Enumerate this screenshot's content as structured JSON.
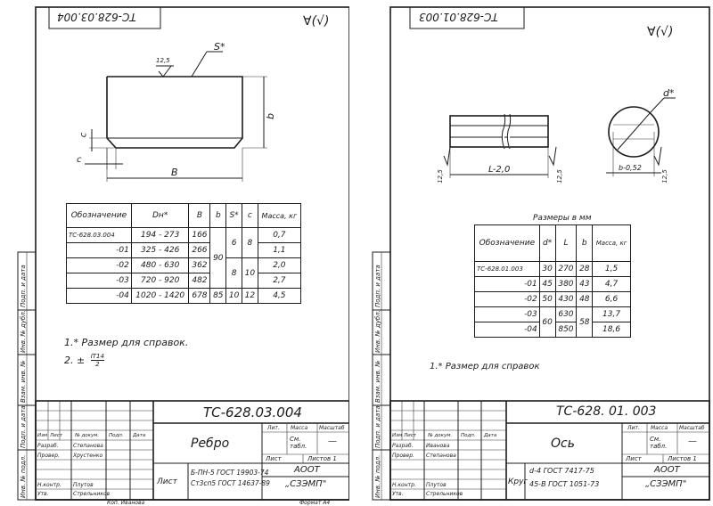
{
  "left": {
    "code_corner": "ТС-628.03.004",
    "roughness": "∀(√)",
    "roughness_value": "12,5",
    "dim_s": "S*",
    "dim_b": "b",
    "dim_c1": "c",
    "dim_c2": "c",
    "dim_B": "B",
    "table_headers": [
      "Обозначение",
      "Dн*",
      "B",
      "b",
      "S*",
      "c",
      "Масса, кг"
    ],
    "table_rows": [
      [
        "ТС-628.03.004",
        "194 - 273",
        "166",
        "",
        "",
        "",
        "0,7"
      ],
      [
        "-01",
        "325 - 426",
        "266",
        "90",
        "6",
        "8",
        "1,1"
      ],
      [
        "-02",
        "480 - 630",
        "362",
        "",
        "",
        "",
        "2,0"
      ],
      [
        "-03",
        "720 - 920",
        "482",
        "",
        "8",
        "10",
        "2,7"
      ],
      [
        "-04",
        "1020 - 1420",
        "678",
        "85",
        "10",
        "12",
        "4,5"
      ]
    ],
    "note1": "1.* Размер для справок.",
    "note2_prefix": "2. ±",
    "note2_num": "IT14",
    "note2_den": "2",
    "title_code": "ТС-628.03.004",
    "part_name": "Ребро",
    "material": "Б-ПН-5 ГОСТ 19903-74",
    "material2": "Ст3сп5 ГОСТ 14637-89",
    "material_prefix": "Лист",
    "org": "АООТ",
    "org2": "„СЗЭМП\"",
    "lit": "Лит.",
    "mass": "Масса",
    "scale": "Масштаб",
    "mass_val": "См. табл.",
    "scale_val": "—",
    "sheet": "Лист",
    "sheets": "Листов 1",
    "roles": [
      "Изм",
      "Лист",
      "№ докум.",
      "Подп.",
      "Дата"
    ],
    "people": [
      [
        "Разраб.",
        "Степанова"
      ],
      [
        "Провер.",
        "Хрустенко"
      ],
      [
        "",
        ""
      ],
      [
        "Н.контр.",
        "Плутов"
      ],
      [
        "Утв.",
        "Стрельников"
      ]
    ],
    "copy": "Коп. Иванова",
    "format": "Формат А4",
    "side_labels": [
      "Подп. и дата",
      "Инв. № дубл.",
      "Взам. инв. №",
      "Подп. и дата",
      "Инв. № подл."
    ]
  },
  "right": {
    "code_corner": "ТС-628.01.003",
    "roughness": "∀(√)",
    "dim_L": "L-2,0",
    "dim_d": "d*",
    "dim_b": "b-0,52",
    "rough1": "12,5",
    "rough2": "12,5",
    "rough3": "12,5",
    "table_caption": "Размеры в мм",
    "table_headers": [
      "Обозначение",
      "d*",
      "L",
      "b",
      "Масса, кг"
    ],
    "table_rows": [
      [
        "ТС-628.01.003",
        "30",
        "270",
        "28",
        "1,5"
      ],
      [
        "-01",
        "45",
        "380",
        "43",
        "4,7"
      ],
      [
        "-02",
        "50",
        "430",
        "48",
        "6,6"
      ],
      [
        "-03",
        "60",
        "630",
        "58",
        "13,7"
      ],
      [
        "-04",
        "",
        "850",
        "",
        "18,6"
      ]
    ],
    "note1": "1.* Размер для справок",
    "title_code": "ТС-628. 01. 003",
    "part_name": "Ось",
    "material": "d-4 ГОСТ 7417-75",
    "material2": "45-В ГОСТ 1051-73",
    "material_prefix": "Круг",
    "org": "АООТ",
    "org2": "„СЗЭМП\"",
    "lit": "Лит.",
    "mass": "Масса",
    "scale": "Масштаб",
    "mass_val": "См. табл.",
    "scale_val": "—",
    "sheet": "Лист",
    "sheets": "Листов 1",
    "roles": [
      "Изм",
      "Лист",
      "№ докум.",
      "Подп.",
      "Дата"
    ],
    "people": [
      [
        "Разраб.",
        "Иванова"
      ],
      [
        "Провер.",
        "Степанова"
      ],
      [
        "",
        ""
      ],
      [
        "Н.контр.",
        "Плутов"
      ],
      [
        "Утв.",
        "Стрельников"
      ]
    ],
    "side_labels": [
      "Подп. и дата",
      "Инв. № дубл.",
      "Взам. инв. №",
      "Подп. и дата",
      "Инв. № подл."
    ]
  }
}
